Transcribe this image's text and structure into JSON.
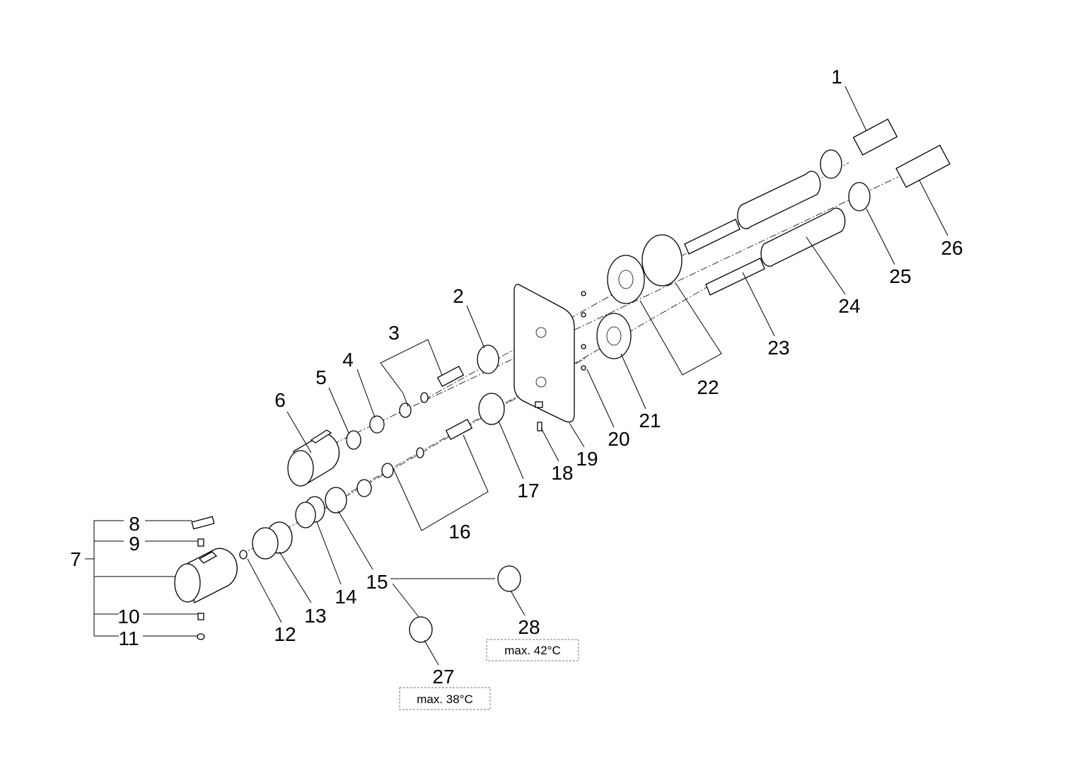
{
  "diagram": {
    "labels": {
      "1": "1",
      "2": "2",
      "3": "3",
      "4": "4",
      "5": "5",
      "6": "6",
      "7": "7",
      "8": "8",
      "9": "9",
      "10": "10",
      "11": "11",
      "12": "12",
      "13": "13",
      "14": "14",
      "15": "15",
      "16": "16",
      "17": "17",
      "18": "18",
      "19": "19",
      "20": "20",
      "21": "21",
      "22": "22",
      "23": "23",
      "24": "24",
      "25": "25",
      "26": "26",
      "27": "27",
      "28": "28"
    },
    "notes": {
      "part_27": "max. 38°C",
      "part_28": "max. 42°C"
    }
  }
}
